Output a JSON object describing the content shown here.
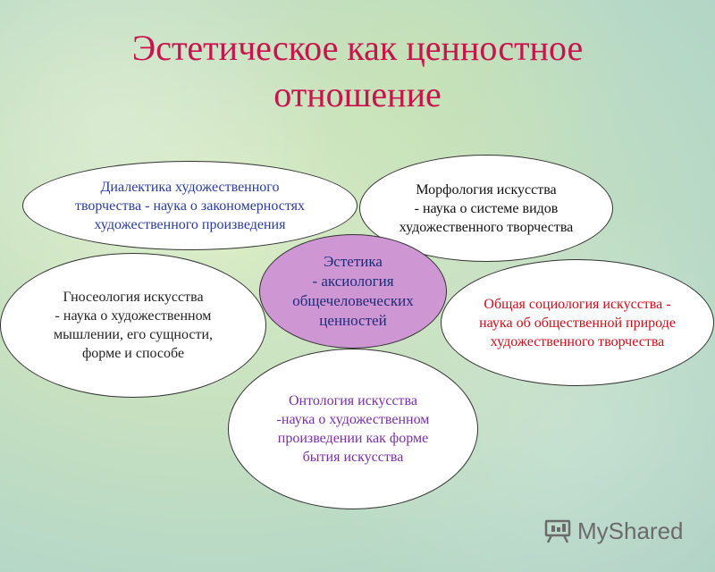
{
  "title": {
    "line1": "Эстетическое как ценностное",
    "line2": "отношение"
  },
  "nodes": {
    "dialectics": "Диалектика художественного\nтворчества - наука о закономерностях\nхудожественного произведения",
    "morphology": "Морфология искусства\n- наука о системе видов\nхудожественного творчества",
    "gnoseology": "Гносеология искусства\n- наука о художественном\nмышлении, его сущности,\nформе и способе",
    "center": "Эстетика\n- аксиология\nобщечеловеческих\nценностей",
    "sociology": "Общая социология искусства -\nнаука об общественной природе\nхудожественного творчества",
    "ontology": "Онтология искусства\n-наука о художественном\nпроизведении как форме\nбытия искусства"
  },
  "logo": {
    "text": "MyShared",
    "icon": "projector-icon"
  },
  "colors": {
    "title": "#c8134c",
    "dialectics": "#2c3c9a",
    "center_fill": "#cf96d4",
    "sociology": "#c8101c",
    "ontology": "#7a2fa5"
  }
}
